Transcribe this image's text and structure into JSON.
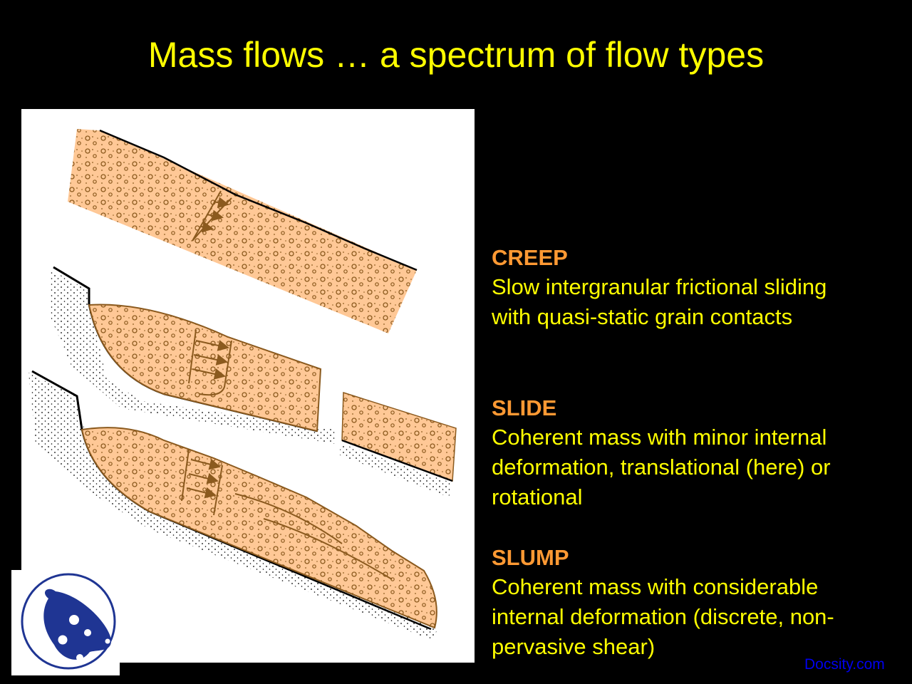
{
  "slide": {
    "title": "Mass flows … a spectrum of flow types",
    "sections": [
      {
        "heading": "CREEP",
        "description": "Slow intergranular frictional sliding\nwith quasi-static grain contacts"
      },
      {
        "heading": "SLIDE",
        "description": "Coherent mass with minor internal\ndeformation, translational (here) or\nrotational"
      },
      {
        "heading": "SLUMP",
        "description": "Coherent mass with considerable\ninternal deformation (discrete, non-\npervasive shear)"
      }
    ],
    "figure": {
      "description": "Cross-section diagrams of creep, slide and slump mass flows down a slope with velocity profile arrows",
      "panels": [
        "creep-diagram",
        "slide-diagram",
        "slump-diagram"
      ]
    },
    "logo": {
      "icon": "docsity-logo-icon"
    },
    "watermark": "Docsity.com"
  },
  "colors": {
    "background": "#000000",
    "title": "#ffff00",
    "heading": "#ff9933",
    "body_text": "#ffff00",
    "sediment_fill": "#ffc896",
    "sediment_outline": "#8b5a1e",
    "logo_blue": "#1f3593",
    "watermark": "#0000ee"
  }
}
